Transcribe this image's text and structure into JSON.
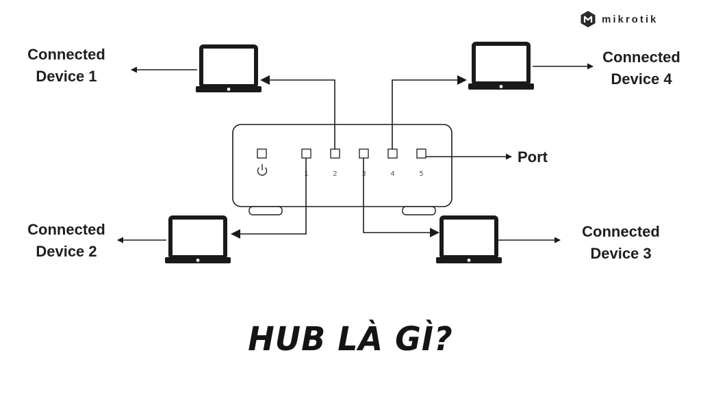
{
  "brand": {
    "name": "mikrotik",
    "logo_icon": "mikrotik-logo-icon"
  },
  "devices": [
    {
      "id": "d1",
      "line1": "Connected",
      "line2": "Device 1",
      "port": "2"
    },
    {
      "id": "d2",
      "line1": "Connected",
      "line2": "Device 2",
      "port": "1"
    },
    {
      "id": "d3",
      "line1": "Connected",
      "line2": "Device 3",
      "port": "3"
    },
    {
      "id": "d4",
      "line1": "Connected",
      "line2": "Device 4",
      "port": "4"
    }
  ],
  "port_label": "Port",
  "hub": {
    "power_icon": "power-icon",
    "ports": [
      "1",
      "2",
      "3",
      "4",
      "5"
    ]
  },
  "headline": "HUB LÀ GÌ?",
  "colors": {
    "stroke": "#1a1a1a",
    "text": "#1e1e1e",
    "background": "#ffffff"
  }
}
